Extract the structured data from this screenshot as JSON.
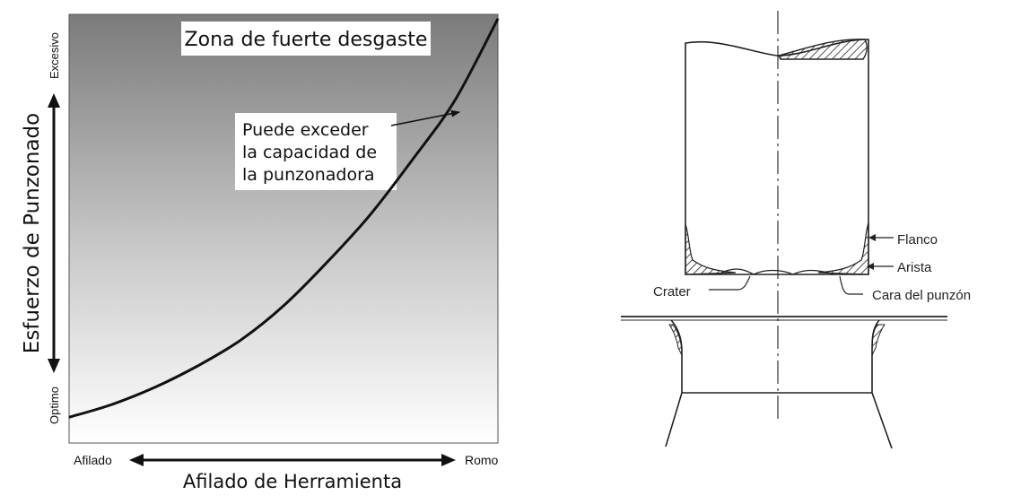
{
  "chart_data": {
    "type": "line",
    "title": "",
    "zone_label": "Zona de fuerte desgaste",
    "annotation": [
      "Puede exceder",
      "la capacidad de",
      "la punzonadora"
    ],
    "xlabel": "Afilado de Herramienta",
    "ylabel": "Esfuerzo de Punzonado",
    "x_ticks": {
      "start": "Afilado",
      "end": "Romo"
    },
    "y_ticks": {
      "start": "Optimo",
      "end": "Excesivo"
    },
    "series": [
      {
        "values": [
          [
            0,
            0.06
          ],
          [
            0.1,
            0.09
          ],
          [
            0.2,
            0.13
          ],
          [
            0.3,
            0.18
          ],
          [
            0.4,
            0.24
          ],
          [
            0.5,
            0.32
          ],
          [
            0.6,
            0.42
          ],
          [
            0.7,
            0.53
          ],
          [
            0.8,
            0.66
          ],
          [
            0.9,
            0.8
          ],
          [
            1.0,
            0.99
          ]
        ]
      }
    ],
    "background": "gradient dark-top to light-bottom"
  },
  "diagram": {
    "labels": {
      "flanco": "Flanco",
      "arista": "Arista",
      "crater": "Crater",
      "cara": "Cara del punzón"
    }
  }
}
